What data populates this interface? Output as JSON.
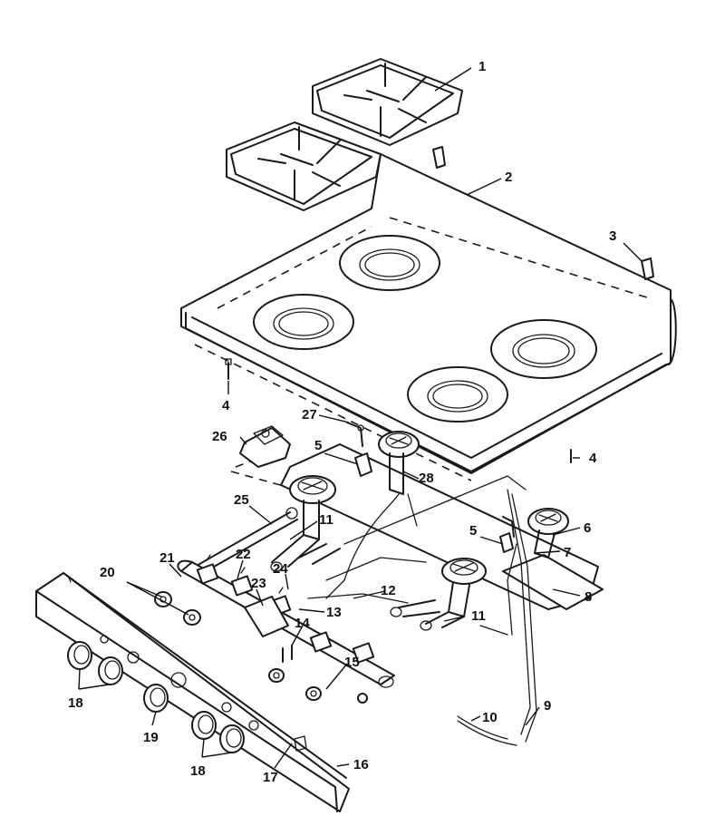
{
  "diagram": {
    "callouts": [
      "1",
      "2",
      "3",
      "4",
      "4",
      "5",
      "5",
      "6",
      "7",
      "8",
      "9",
      "10",
      "11",
      "11",
      "12",
      "13",
      "14",
      "15",
      "16",
      "17",
      "18",
      "18",
      "19",
      "20",
      "21",
      "22",
      "23",
      "24",
      "25",
      "26",
      "27",
      "28"
    ]
  }
}
